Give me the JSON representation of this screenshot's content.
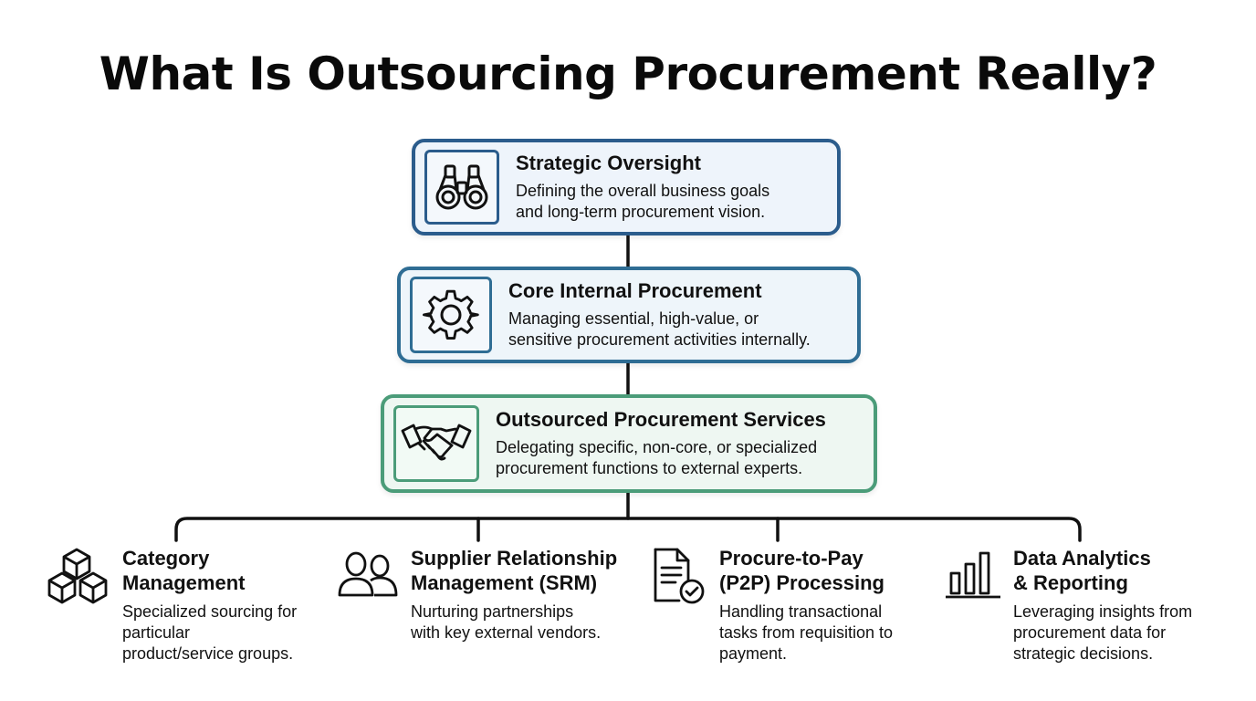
{
  "title": "What Is Outsourcing Procurement Really?",
  "colors": {
    "tier_blue": "#2b5c8c",
    "tier_teal": "#2f6d94",
    "tier_green": "#4b9c79",
    "connector": "#111111"
  },
  "tiers": [
    {
      "icon": "binoculars-icon",
      "heading": "Strategic Oversight",
      "desc_line1": "Defining the overall business goals",
      "desc_line2": "and long-term procurement vision."
    },
    {
      "icon": "gear-icon",
      "heading": "Core Internal Procurement",
      "desc_line1": "Managing essential, high-value, or",
      "desc_line2": "sensitive procurement activities internally."
    },
    {
      "icon": "handshake-icon",
      "heading": "Outsourced Procurement Services",
      "desc_line1": "Delegating specific, non-core, or specialized",
      "desc_line2": "procurement functions to external experts."
    }
  ],
  "services": [
    {
      "icon": "boxes-icon",
      "heading_line1": "Category",
      "heading_line2": "Management",
      "desc_lines": [
        "Specialized sourcing for",
        "particular",
        "product/service groups."
      ]
    },
    {
      "icon": "users-icon",
      "heading_line1": "Supplier Relationship",
      "heading_line2": "Management (SRM)",
      "desc_lines": [
        "Nurturing partnerships",
        "with key external vendors."
      ]
    },
    {
      "icon": "document-check-icon",
      "heading_line1": "Procure-to-Pay",
      "heading_line2": "(P2P) Processing",
      "desc_lines": [
        "Handling transactional",
        "tasks from requisition to",
        "payment."
      ]
    },
    {
      "icon": "bar-chart-icon",
      "heading_line1": "Data Analytics",
      "heading_line2": "& Reporting",
      "desc_lines": [
        "Leveraging insights from",
        "procurement data for",
        "strategic decisions."
      ]
    }
  ]
}
